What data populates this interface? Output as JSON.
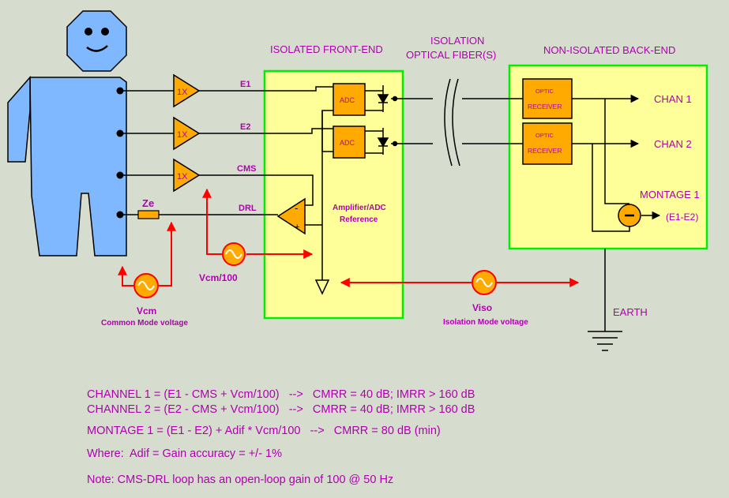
{
  "headers": {
    "front_end": "ISOLATED FRONT-END",
    "isolation_line1": "ISOLATION",
    "isolation_line2": "OPTICAL FIBER(S)",
    "back_end": "NON-ISOLATED BACK-END"
  },
  "amp_labels": {
    "gain": "1X",
    "ze": "Ze",
    "adc": "ADC",
    "optic1": "OPTIC",
    "optic2": "RECEIVER"
  },
  "signals": {
    "e1": "E1",
    "e2": "E2",
    "cms": "CMS",
    "drl": "DRL"
  },
  "front_end_text": {
    "line1": "Amplifier/ADC",
    "line2": "Reference"
  },
  "outputs": {
    "chan1": "CHAN 1",
    "chan2": "CHAN 2",
    "montage": "MONTAGE 1",
    "montage_sub": "(E1-E2)",
    "earth": "EARTH"
  },
  "sources": {
    "vcm": "Vcm",
    "vcm_sub": "Common Mode voltage",
    "vcm100": "Vcm/100",
    "viso": "Viso",
    "viso_sub": "Isolation Mode voltage"
  },
  "equations": [
    "CHANNEL 1 = (E1 - CMS + Vcm/100)   -->   CMRR = 40 dB; IMRR > 160 dB",
    "CHANNEL 2 = (E2 - CMS + Vcm/100)   -->   CMRR = 40 dB; IMRR > 160 dB",
    "MONTAGE 1 = (E1 - E2) + Adif * Vcm/100   -->   CMRR = 80 dB (min)",
    "Where:  Adif = Gain accuracy = +/- 1%",
    "Note: CMS-DRL loop has an open-loop gain of 100 @ 50 Hz"
  ],
  "colors": {
    "background": "#d6dcce",
    "body": "#80b8ff",
    "front_end_box": "#ffff99",
    "box_border": "#00ee00",
    "component": "#ffaa00",
    "text": "#b000b0",
    "signal_red": "#ff0000"
  }
}
